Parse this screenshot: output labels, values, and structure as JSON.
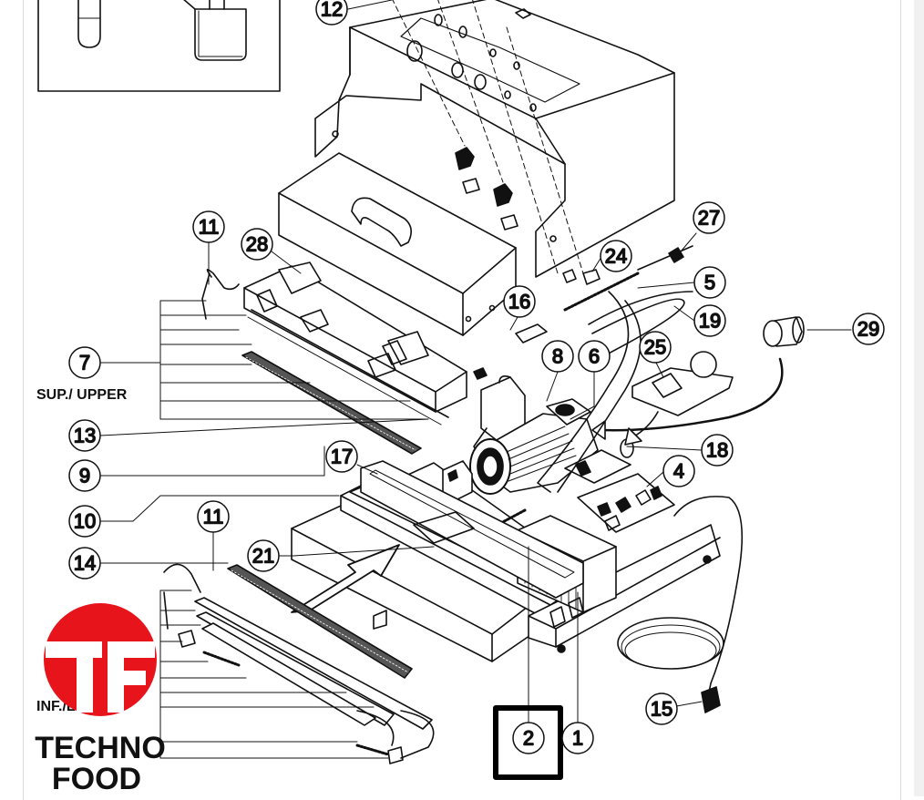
{
  "callouts": [
    {
      "id": "c12",
      "label": "12"
    },
    {
      "id": "c11a",
      "label": "11"
    },
    {
      "id": "c28",
      "label": "28"
    },
    {
      "id": "c7",
      "label": "7"
    },
    {
      "id": "c13",
      "label": "13"
    },
    {
      "id": "c9",
      "label": "9"
    },
    {
      "id": "c10",
      "label": "10"
    },
    {
      "id": "c14",
      "label": "14"
    },
    {
      "id": "c11b",
      "label": "11"
    },
    {
      "id": "c21",
      "label": "21"
    },
    {
      "id": "c17",
      "label": "17"
    },
    {
      "id": "c16",
      "label": "16"
    },
    {
      "id": "c8",
      "label": "8"
    },
    {
      "id": "c6",
      "label": "6"
    },
    {
      "id": "c27",
      "label": "27"
    },
    {
      "id": "c24",
      "label": "24"
    },
    {
      "id": "c5",
      "label": "5"
    },
    {
      "id": "c19",
      "label": "19"
    },
    {
      "id": "c29",
      "label": "29"
    },
    {
      "id": "c25",
      "label": "25"
    },
    {
      "id": "c18",
      "label": "18"
    },
    {
      "id": "c4",
      "label": "4"
    },
    {
      "id": "c15",
      "label": "15"
    },
    {
      "id": "c1",
      "label": "1"
    },
    {
      "id": "c2",
      "label": "2"
    }
  ],
  "labels": {
    "upper": "SUP./ UPPER",
    "lower": "INF./LOWER"
  },
  "highlight": {
    "label": "2",
    "color": "#000000"
  },
  "logo": {
    "monogram": "TF",
    "line1": "TECHNO",
    "line2": "FOOD",
    "color": "#e8141b"
  }
}
